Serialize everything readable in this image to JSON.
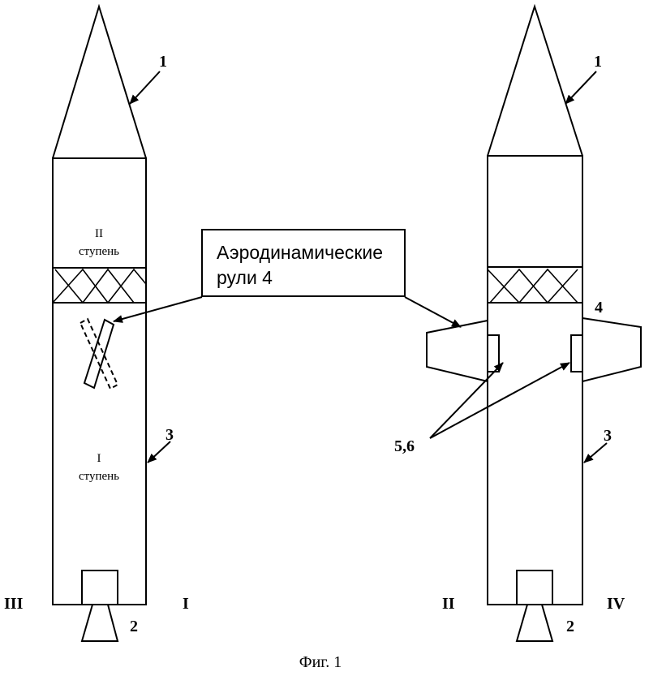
{
  "diagram": {
    "left_rocket": {
      "label_nose": "1",
      "label_body": "3",
      "label_engine": "2",
      "stage2_line1": "II",
      "stage2_line2": "ступень",
      "stage1_line1": "I",
      "stage1_line2": "ступень",
      "side_left": "III",
      "side_right": "I"
    },
    "right_rocket": {
      "label_nose": "1",
      "label_body": "3",
      "label_engine": "2",
      "label_fin": "4",
      "label_sensors": "5,6",
      "side_left": "II",
      "side_right": "IV"
    },
    "callout": {
      "line1": "Аэродинамические",
      "line2": "рули 4"
    },
    "caption": "Фиг. 1"
  }
}
